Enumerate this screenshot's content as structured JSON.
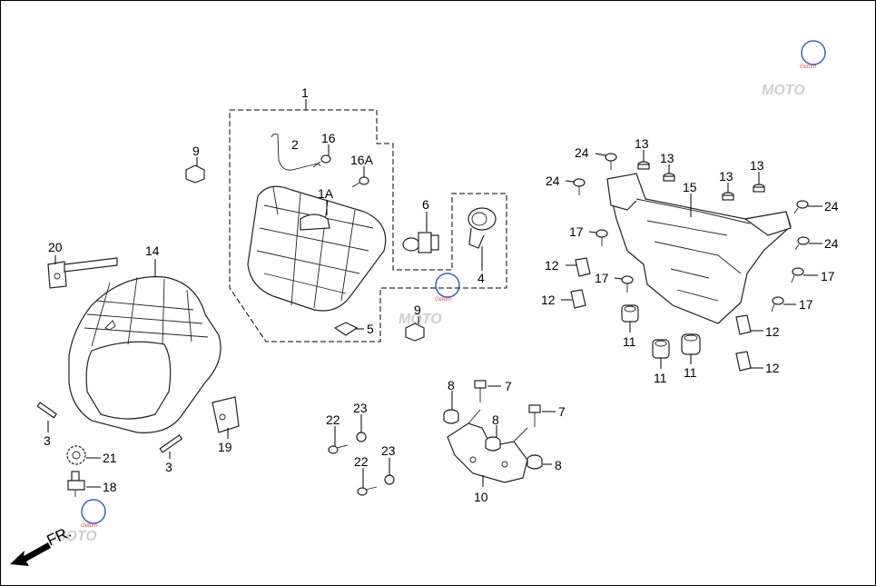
{
  "colors": {
    "line": "#000000",
    "watermark_grey": "#cfcfcf",
    "watermark_red": "#e05050",
    "watermark_blue": "#4060c0"
  },
  "watermark": {
    "brand": "MOTO",
    "sub": "Geturn"
  },
  "direction": {
    "label": "FR."
  },
  "labels": {
    "l1": "1",
    "l2": "2",
    "l16a": "16",
    "l16b": "16A",
    "l1a": "1A",
    "l6": "6",
    "l4": "4",
    "l5": "5",
    "l9a": "9",
    "l9b": "9",
    "l20": "20",
    "l14": "14",
    "l3a": "3",
    "l3b": "3",
    "l21": "21",
    "l18": "18",
    "l19": "19",
    "l22a": "22",
    "l23a": "23",
    "l22b": "22",
    "l23b": "23",
    "l7a": "7",
    "l7b": "7",
    "l8a": "8",
    "l8b": "8",
    "l8c": "8",
    "l10": "10",
    "l24a": "24",
    "l13a": "13",
    "l13b": "13",
    "l13c": "13",
    "l13d": "13",
    "l24b": "24",
    "l15": "15",
    "l24c": "24",
    "l24d": "24",
    "l17a": "17",
    "l17b": "17",
    "l17c": "17",
    "l17d": "17",
    "l12a": "12",
    "l12b": "12",
    "l12c": "12",
    "l12d": "12",
    "l11a": "11",
    "l11b": "11",
    "l11c": "11"
  }
}
